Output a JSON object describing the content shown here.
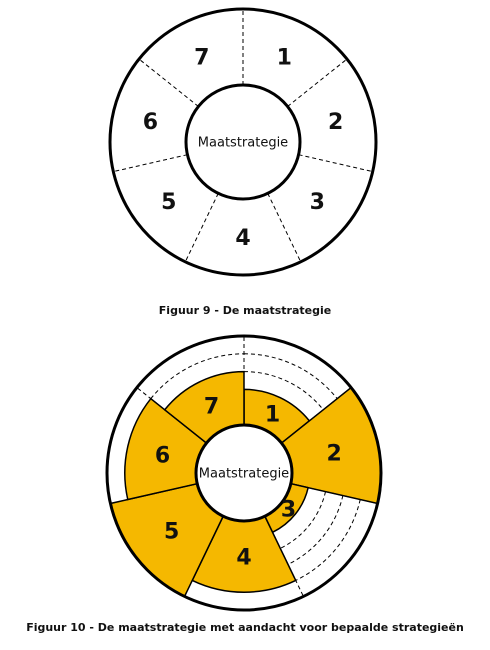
{
  "figures": [
    {
      "caption": "Figuur 9 - De maatstrategie",
      "center_label": "Maatstrategie",
      "segments": [
        {
          "number": "1"
        },
        {
          "number": "2"
        },
        {
          "number": "3"
        },
        {
          "number": "4"
        },
        {
          "number": "5"
        },
        {
          "number": "6"
        },
        {
          "number": "7"
        }
      ]
    },
    {
      "caption": "Figuur 10 - De maatstrategie met aandacht voor bepaalde strategieën",
      "center_label": "Maatstrategie",
      "fill_color": "#f5b800",
      "segments": [
        {
          "number": "1",
          "emphasis_level": 1
        },
        {
          "number": "2",
          "emphasis_level": 4
        },
        {
          "number": "3",
          "emphasis_level": 0
        },
        {
          "number": "4",
          "emphasis_level": 3
        },
        {
          "number": "5",
          "emphasis_level": 4
        },
        {
          "number": "6",
          "emphasis_level": 3
        },
        {
          "number": "7",
          "emphasis_level": 2
        }
      ],
      "emphasis_levels_total": 4
    }
  ]
}
